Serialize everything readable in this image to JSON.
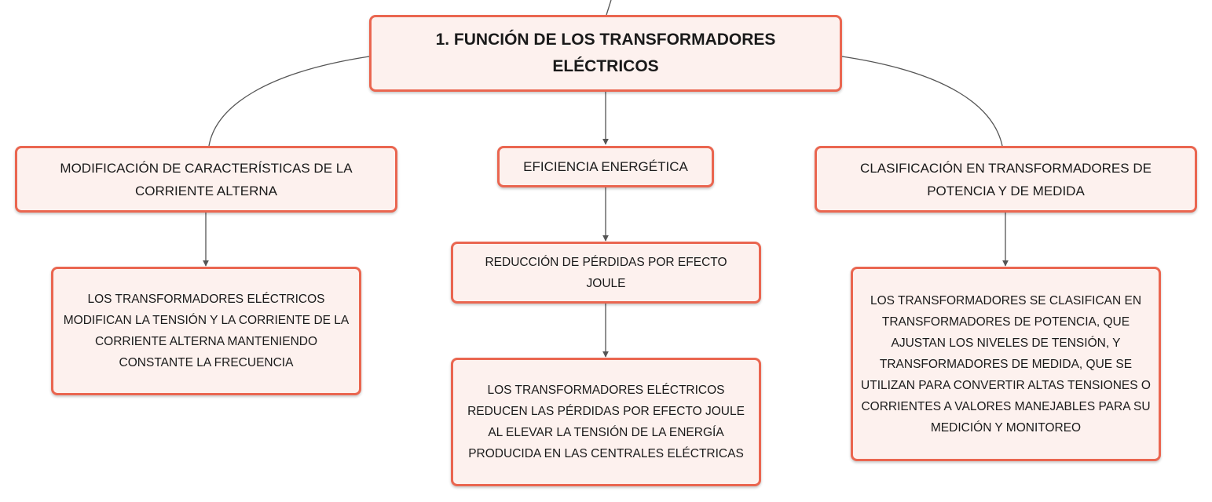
{
  "diagram": {
    "line_color": "#555555",
    "node_border_color": "#ea6650",
    "node_fill_color": "#fdf1ee",
    "root": {
      "label": "1. FUNCIÓN DE LOS TRANSFORMADORES ELÉCTRICOS"
    },
    "branches": [
      {
        "label": "MODIFICACIÓN DE CARACTERÍSTICAS DE LA CORRIENTE ALTERNA",
        "detail": "LOS TRANSFORMADORES ELÉCTRICOS MODIFICAN LA TENSIÓN Y LA CORRIENTE DE LA CORRIENTE ALTERNA MANTENIENDO CONSTANTE LA FRECUENCIA"
      },
      {
        "label": "EFICIENCIA ENERGÉTICA",
        "sub": {
          "label": "REDUCCIÓN DE PÉRDIDAS POR EFECTO JOULE",
          "detail": "LOS TRANSFORMADORES ELÉCTRICOS REDUCEN LAS PÉRDIDAS POR EFECTO JOULE AL ELEVAR LA TENSIÓN DE LA ENERGÍA PRODUCIDA EN LAS CENTRALES ELÉCTRICAS"
        }
      },
      {
        "label": "CLASIFICACIÓN EN TRANSFORMADORES DE POTENCIA Y DE MEDIDA",
        "detail": "LOS TRANSFORMADORES SE CLASIFICAN EN TRANSFORMADORES DE POTENCIA, QUE AJUSTAN LOS NIVELES DE TENSIÓN, Y TRANSFORMADORES DE MEDIDA, QUE SE UTILIZAN PARA CONVERTIR ALTAS TENSIONES O CORRIENTES A VALORES MANEJABLES PARA SU MEDICIÓN Y MONITOREO"
      }
    ]
  }
}
